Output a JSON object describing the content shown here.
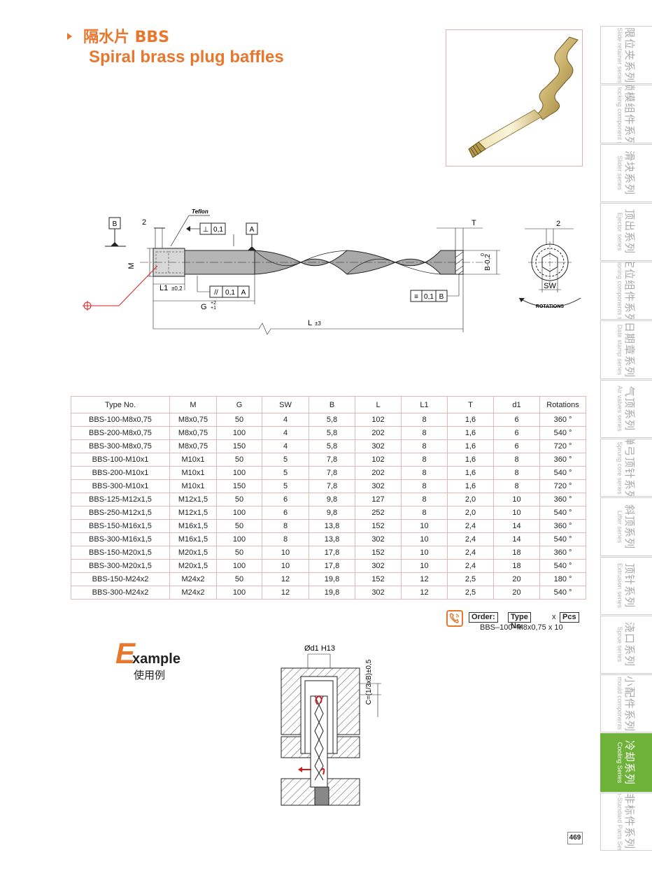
{
  "header": {
    "title_cn": "隔水片 BBS",
    "title_en": "Spiral brass plug baffles"
  },
  "drawing": {
    "datum_b": "B",
    "datum_a": "A",
    "dim_2": "2",
    "teflon": "Teflon",
    "perp_value": "0,1",
    "parallel_value": "0,1",
    "parallel_datum": "A",
    "dim_M": "M",
    "dim_L1": "L1",
    "dim_L1_tol": "±0,2",
    "dim_G": "G",
    "dim_G_tol_top": "+2",
    "dim_G_tol_bottom": "+1",
    "dim_L": "L",
    "dim_L_tol": "±3",
    "dim_T": "T",
    "dim_B": "B-0,2",
    "dim_B_zero": "0",
    "sym_value": "0,1",
    "sym_datum": "B",
    "end_dim_2": "2",
    "end_SW": "SW",
    "rotations": "ROTATIONS"
  },
  "table": {
    "headers": [
      "Type No.",
      "M",
      "G",
      "SW",
      "B",
      "L",
      "L1",
      "T",
      "d1",
      "Rotations"
    ],
    "rows": [
      [
        "BBS-100-M8x0,75",
        "M8x0,75",
        "50",
        "4",
        "5,8",
        "102",
        "8",
        "1,6",
        "6",
        "360 °"
      ],
      [
        "BBS-200-M8x0,75",
        "M8x0,75",
        "100",
        "4",
        "5,8",
        "202",
        "8",
        "1,6",
        "6",
        "540 °"
      ],
      [
        "BBS-300-M8x0,75",
        "M8x0,75",
        "150",
        "4",
        "5,8",
        "302",
        "8",
        "1,6",
        "6",
        "720 °"
      ],
      [
        "BBS-100-M10x1",
        "M10x1",
        "50",
        "5",
        "7,8",
        "102",
        "8",
        "1,6",
        "8",
        "360 °"
      ],
      [
        "BBS-200-M10x1",
        "M10x1",
        "100",
        "5",
        "7,8",
        "202",
        "8",
        "1,6",
        "8",
        "540 °"
      ],
      [
        "BBS-300-M10x1",
        "M10x1",
        "150",
        "5",
        "7,8",
        "302",
        "8",
        "1,6",
        "8",
        "720 °"
      ],
      [
        "BBS-125-M12x1,5",
        "M12x1,5",
        "50",
        "6",
        "9,8",
        "127",
        "8",
        "2,0",
        "10",
        "360 °"
      ],
      [
        "BBS-250-M12x1,5",
        "M12x1,5",
        "100",
        "6",
        "9,8",
        "252",
        "8",
        "2,0",
        "10",
        "540 °"
      ],
      [
        "BBS-150-M16x1,5",
        "M16x1,5",
        "50",
        "8",
        "13,8",
        "152",
        "10",
        "2,4",
        "14",
        "360 °"
      ],
      [
        "BBS-300-M16x1,5",
        "M16x1,5",
        "100",
        "8",
        "13,8",
        "302",
        "10",
        "2,4",
        "14",
        "540 °"
      ],
      [
        "BBS-150-M20x1,5",
        "M20x1,5",
        "50",
        "10",
        "17,8",
        "152",
        "10",
        "2,4",
        "18",
        "360 °"
      ],
      [
        "BBS-300-M20x1,5",
        "M20x1,5",
        "100",
        "10",
        "17,8",
        "302",
        "10",
        "2,4",
        "18",
        "540 °"
      ],
      [
        "BBS-150-M24x2",
        "M24x2",
        "50",
        "12",
        "19,8",
        "152",
        "12",
        "2,5",
        "20",
        "180 °"
      ],
      [
        "BBS-300-M24x2",
        "M24x2",
        "100",
        "12",
        "19,8",
        "302",
        "12",
        "2,5",
        "20",
        "540 °"
      ]
    ]
  },
  "order": {
    "label": "Order:",
    "type_label": "Type No.",
    "times": "x",
    "pcs_label": "Pcs",
    "example": "BBS–100–M8x0,75 x   10"
  },
  "example": {
    "big_letter": "E",
    "rest": "xample",
    "cn": "使用例",
    "dim_d1": "Ød1 H13",
    "dim_C": "C=(1/3xB)±0,5"
  },
  "sidebar": {
    "items": [
      {
        "cn": "限位夹系列",
        "en": "Slide retainer series",
        "active": false
      },
      {
        "cn": "锁模组件系列",
        "en": "Mode locking component series",
        "active": false
      },
      {
        "cn": "滑块系列",
        "en": "Slider series",
        "active": false
      },
      {
        "cn": "顶出系列",
        "en": "Ejector series",
        "active": false
      },
      {
        "cn": "定位组件系列",
        "en": "Positioning components series",
        "active": false
      },
      {
        "cn": "日期章系列",
        "en": "Date stamp series",
        "active": false
      },
      {
        "cn": "气顶系列",
        "en": "Air valves series",
        "active": false
      },
      {
        "cn": "弹弓顶针系列",
        "en": "Sprung core series",
        "active": false
      },
      {
        "cn": "斜顶系列",
        "en": "Lifter series",
        "active": false
      },
      {
        "cn": "顶针系列",
        "en": "Extrusion series",
        "active": false
      },
      {
        "cn": "浇口系列",
        "en": "Sprue series",
        "active": false
      },
      {
        "cn": "小配件系列",
        "en": "Samll mould components series",
        "active": false
      },
      {
        "cn": "冷却系列",
        "en": "Cooling Series",
        "active": true
      },
      {
        "cn": "非标件系列",
        "en": "Non-Standard Parts Series",
        "active": false
      }
    ]
  },
  "page_number": "469",
  "colors": {
    "accent": "#e8772e",
    "sidebar_active": "#6fb23a",
    "table_border": "#e2b8b8"
  }
}
